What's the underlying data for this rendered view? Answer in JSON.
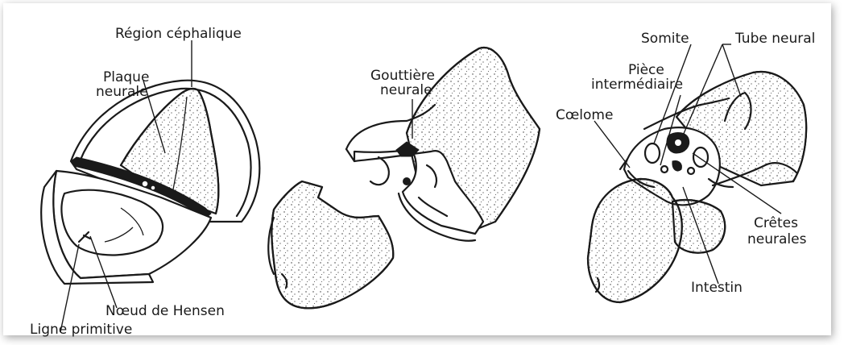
{
  "figure": {
    "panel1": {
      "labels": {
        "region_cephalique": "Région céphalique",
        "plaque_line1": "Plaque",
        "plaque_line2": "neurale",
        "noeud": "Nœud de Hensen",
        "ligne": "Ligne primitive"
      }
    },
    "panel2": {
      "labels": {
        "gouttiere_line1": "Gouttière",
        "gouttiere_line2": "neurale"
      }
    },
    "panel3": {
      "labels": {
        "somite": "Somite",
        "tube_neural": "Tube neural",
        "piece_line1": "Pièce",
        "piece_line2": "intermédiaire",
        "coelome": "Cœlome",
        "cretes_line1": "Crêtes",
        "cretes_line2": "neurales",
        "intestin": "Intestin"
      }
    }
  }
}
